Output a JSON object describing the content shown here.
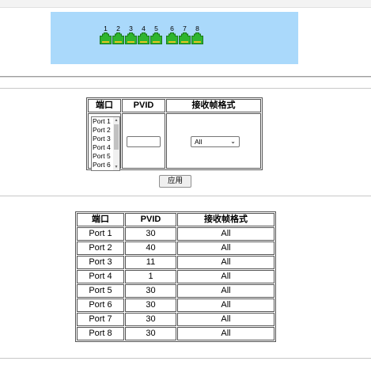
{
  "port_panel": {
    "ports": [
      {
        "label": "1",
        "color": "#2fb52f"
      },
      {
        "label": "2",
        "color": "#2fb52f"
      },
      {
        "label": "3",
        "color": "#2fb52f"
      },
      {
        "label": "4",
        "color": "#2fb52f"
      },
      {
        "label": "5",
        "color": "#2fb52f"
      },
      {
        "label": "6",
        "color": "#2fb52f"
      },
      {
        "label": "7",
        "color": "#2fb52f"
      },
      {
        "label": "8",
        "color": "#2fb52f"
      }
    ],
    "background": "#aad9fb"
  },
  "config": {
    "headers": {
      "port": "端口",
      "pvid": "PVID",
      "frame": "接收帧格式"
    },
    "port_list": [
      "Port 1",
      "Port 2",
      "Port 3",
      "Port 4",
      "Port 5",
      "Port 6"
    ],
    "pvid_value": "",
    "frame_selected": "All",
    "apply_label": "应用"
  },
  "table": {
    "headers": {
      "port": "端口",
      "pvid": "PVID",
      "frame": "接收帧格式"
    },
    "rows": [
      {
        "port": "Port 1",
        "pvid": "30",
        "frame": "All"
      },
      {
        "port": "Port 2",
        "pvid": "40",
        "frame": "All"
      },
      {
        "port": "Port 3",
        "pvid": "11",
        "frame": "All"
      },
      {
        "port": "Port 4",
        "pvid": "1",
        "frame": "All"
      },
      {
        "port": "Port 5",
        "pvid": "30",
        "frame": "All"
      },
      {
        "port": "Port 6",
        "pvid": "30",
        "frame": "All"
      },
      {
        "port": "Port 7",
        "pvid": "30",
        "frame": "All"
      },
      {
        "port": "Port 8",
        "pvid": "30",
        "frame": "All"
      }
    ]
  }
}
